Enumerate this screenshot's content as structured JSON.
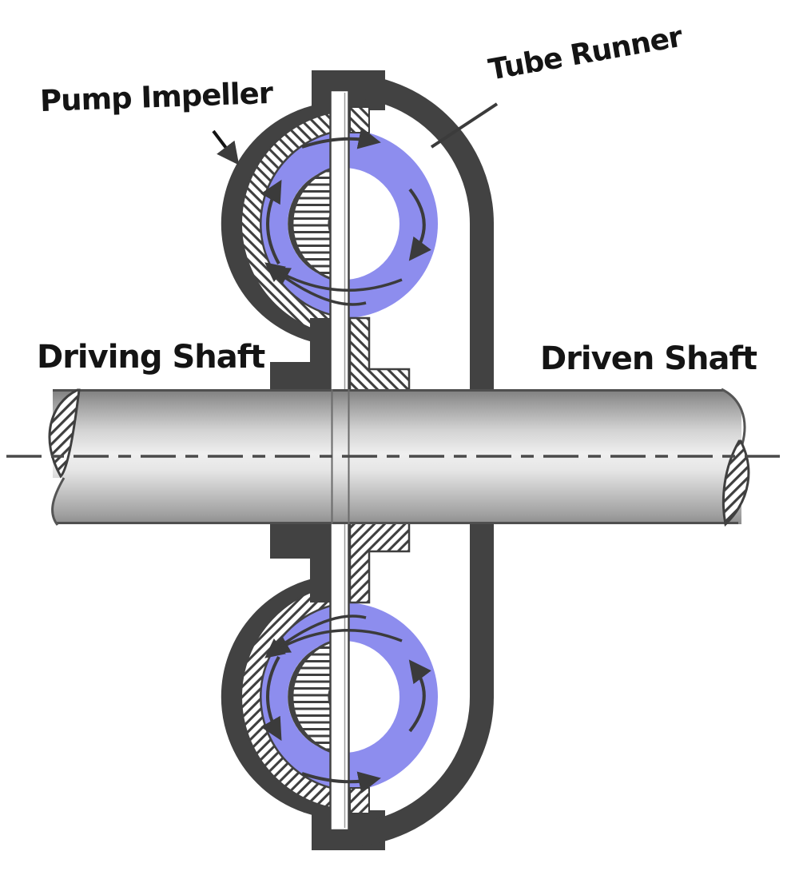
{
  "diagram": {
    "labels": {
      "pump_impeller": "Pump Impeller",
      "tube_runner": "Tube Runner",
      "driving_shaft": "Driving Shaft",
      "driven_shaft": "Driven Shaft"
    },
    "colors": {
      "fluid": "#8d8dee",
      "casing": "#424242",
      "hatch_lines": "#3f3f3f",
      "shaft_highlight": "#efefef",
      "shaft_shadow": "#8a8a8a",
      "ink": "#141414",
      "background": "#ffffff"
    },
    "arrows": {
      "top_circuit_direction": "clockwise",
      "bottom_circuit_direction": "counterclockwise"
    }
  }
}
